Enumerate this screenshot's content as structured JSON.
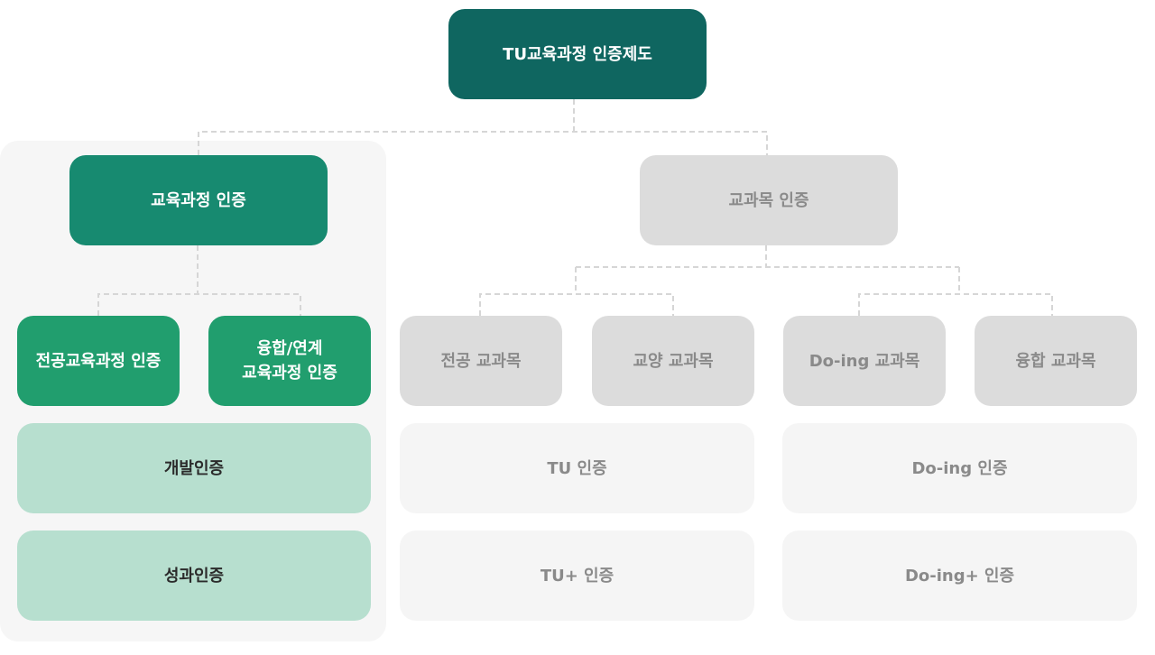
{
  "root": {
    "label": "TU교육과정 인증제도"
  },
  "branches": {
    "curriculum": {
      "label": "교육과정 인증"
    },
    "subject": {
      "label": "교과목 인증"
    }
  },
  "curriculum_children": {
    "major": {
      "label": "전공교육과정 인증"
    },
    "convergence": {
      "label": "융합/연계\n교육과정 인증"
    },
    "development": {
      "label": "개발인증"
    },
    "performance": {
      "label": "성과인증"
    }
  },
  "subject_children": {
    "major": {
      "label": "전공 교과목"
    },
    "liberal": {
      "label": "교양 교과목"
    },
    "doing": {
      "label": "Do-ing 교과목"
    },
    "convergence": {
      "label": "융합 교과목"
    },
    "tu_cert": {
      "label": "TU 인증"
    },
    "tu_plus_cert": {
      "label": "TU+ 인증"
    },
    "doing_cert": {
      "label": "Do-ing 인증"
    },
    "doing_plus_cert": {
      "label": "Do-ing+ 인증"
    }
  },
  "colors": {
    "root": "#0f6660",
    "curriculum": "#178a70",
    "curriculum_child": "#219e6e",
    "curriculum_cert": "#b7dfcf",
    "subject": "#dcdcdc",
    "subject_cert": "#f5f5f5",
    "connector": "#d6d6d6"
  }
}
